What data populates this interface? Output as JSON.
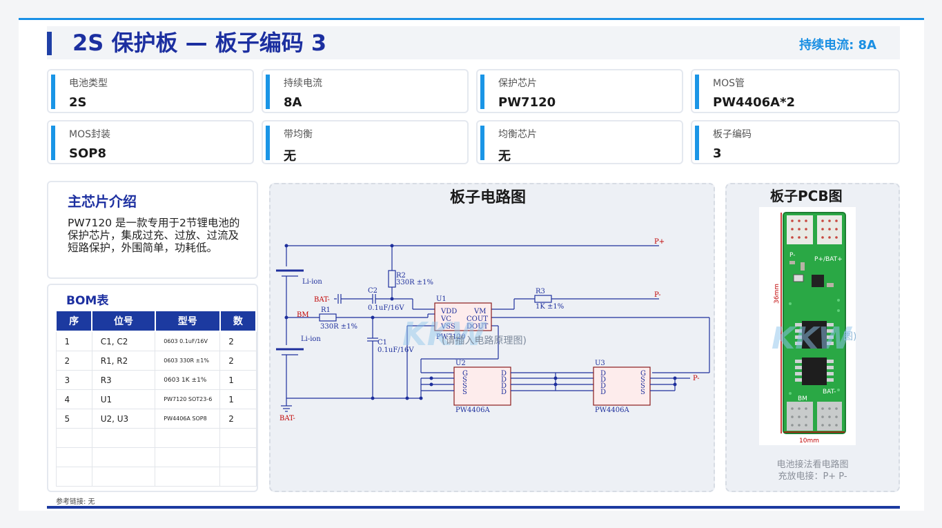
{
  "header": {
    "title": "2S 保护板 — 板子编码 3",
    "right": "持续电流: 8A"
  },
  "specs": [
    {
      "label": "电池类型",
      "value": "2S"
    },
    {
      "label": "持续电流",
      "value": "8A"
    },
    {
      "label": "保护芯片",
      "value": "PW7120"
    },
    {
      "label": "MOS管",
      "value": "PW4406A*2"
    },
    {
      "label": "MOS封装",
      "value": "SOP8"
    },
    {
      "label": "带均衡",
      "value": "无"
    },
    {
      "label": "均衡芯片",
      "value": "无"
    },
    {
      "label": "板子编码",
      "value": "3"
    }
  ],
  "intro": {
    "title": "主芯片介绍",
    "text": "PW7120 是一款专用于2节锂电池的保护芯片，集成过充、过放、过流及短路保护，外围简单，功耗低。"
  },
  "bom": {
    "title": "BOM表",
    "headers": [
      "序",
      "位号",
      "型号",
      "数"
    ],
    "rows": [
      [
        "1",
        "C1, C2",
        "0603 0.1uF/16V",
        "2"
      ],
      [
        "2",
        "R1, R2",
        "0603 330R ±1%",
        "2"
      ],
      [
        "3",
        "R3",
        "0603 1K ±1%",
        "1"
      ],
      [
        "4",
        "U1",
        "PW7120 SOT23-6",
        "1"
      ],
      [
        "5",
        "U2, U3",
        "PW4406A SOP8",
        "2"
      ]
    ]
  },
  "circuit": {
    "title": "板子电路图",
    "placeholder": "(请插入电路原理图)",
    "watermark": "KKW",
    "labels": {
      "p_plus": "P+",
      "p_minus": "P-",
      "p_minus2": "P-",
      "bat_minus": "BAT-",
      "bat_minus2": "BAT-",
      "bm": "BM",
      "li1": "Li-ion",
      "li2": "Li-ion",
      "r1": "R1",
      "r1v": "330R ±1%",
      "r2": "R2",
      "r2v": "330R ±1%",
      "r3": "R3",
      "r3v": "1K ±1%",
      "c1": "C1",
      "c1v": "0.1uF/16V",
      "c2": "C2",
      "c2v": "0.1uF/16V",
      "u1": "U1",
      "u1name": "PW7120",
      "vdd": "VDD",
      "vc": "VC",
      "vss": "VSS",
      "vm": "VM",
      "cout": "COUT",
      "dout": "DOUT",
      "u2": "U2",
      "u3": "U3",
      "pw4406a": "PW4406A",
      "pw4406a2": "PW4406A",
      "g": "G",
      "s": "S",
      "d": "D"
    }
  },
  "pcb": {
    "title": "板子PCB图",
    "dim_h": "36mm",
    "dim_w": "10mm",
    "silk_pbat": "P+/BAT+",
    "silk_p": "P-",
    "silk_bm": "BM",
    "silk_bat": "BAT-",
    "placeholder": "图)",
    "watermark": "KKW",
    "caption1": "电池接法看电路图",
    "caption2": "充放电接：P+ P-"
  },
  "footer": {
    "text": "参考链接: 无"
  }
}
